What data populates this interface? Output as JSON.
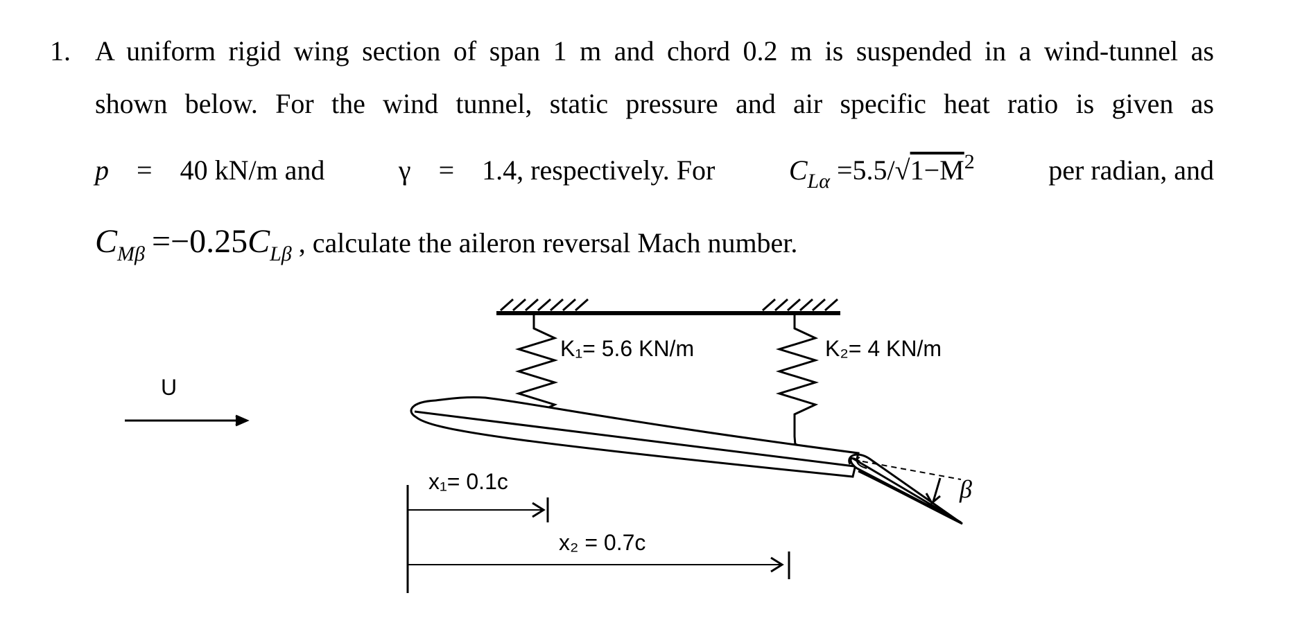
{
  "question": {
    "number": "1.",
    "line1": "A uniform rigid wing section of span 1 m and chord 0.2 m is suspended in a wind-tunnel as",
    "line2": "shown below.  For the wind tunnel, static pressure and air specific heat ratio is given as",
    "line3": {
      "p_symbol": "p",
      "p_eq": "=",
      "p_value": "40  kN/m  and",
      "gamma_symbol": "γ",
      "gamma_eq": "=",
      "gamma_value": "1.4,  respectively.  For",
      "cla_main": "C",
      "cla_sub": "Lα",
      "cla_formula": "=5.5/",
      "cla_root": "1−M",
      "cla_exp": "2",
      "tail": "per  radian,  and"
    },
    "line4": {
      "cm_main": "C",
      "cm_sub": "Mβ",
      "eq": "=−0.25",
      "cl_main": "C",
      "cl_sub": "Lβ",
      "tail": ", calculate the aileron reversal Mach number."
    }
  },
  "figure": {
    "flow_label": "U",
    "spring1_label": "K₁= 5.6 KN/m",
    "spring2_label": "K₂= 4 KN/m",
    "x1_label": "x₁= 0.1c",
    "x2_label": "x₂ = 0.7c",
    "beta_label": "β"
  }
}
